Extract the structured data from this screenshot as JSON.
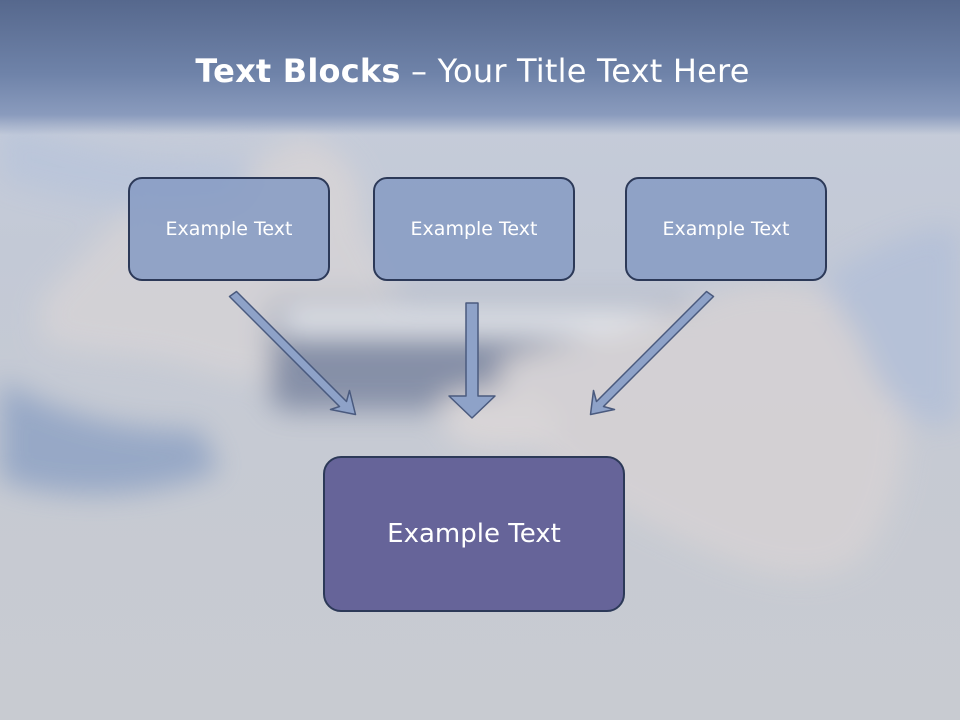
{
  "slide": {
    "title_bold": "Text Blocks",
    "title_separator": " – ",
    "title_rest": "Your Title Text Here"
  },
  "diagram": {
    "top_blocks": [
      {
        "label": "Example Text"
      },
      {
        "label": "Example Text"
      },
      {
        "label": "Example Text"
      }
    ],
    "bottom_block": {
      "label": "Example Text"
    },
    "colors": {
      "title_band": "#6f83a9",
      "small_block_fill": "#889cc4",
      "large_block_fill": "#666499",
      "block_border": "#2c3958",
      "arrow_fill": "#8ea2c8",
      "arrow_outline": "#4a5a7e"
    }
  }
}
